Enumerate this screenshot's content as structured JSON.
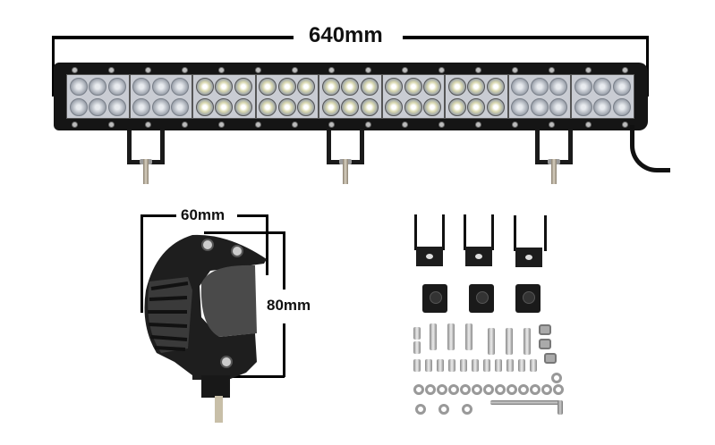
{
  "image": {
    "description": "Product photo of a dual-row combo LED light bar with dimension annotations and mounting hardware kit",
    "background": "#ffffff"
  },
  "dimensions": {
    "length_label": "640mm",
    "side_width_label": "60mm",
    "side_height_label": "80mm"
  },
  "light_bar": {
    "housing_color": "#151515",
    "rows": 2,
    "segments": [
      {
        "type": "flood",
        "leds": 6
      },
      {
        "type": "flood",
        "leds": 6
      },
      {
        "type": "spot",
        "leds": 6
      },
      {
        "type": "spot",
        "leds": 6
      },
      {
        "type": "spot",
        "leds": 6
      },
      {
        "type": "spot",
        "leds": 6
      },
      {
        "type": "spot",
        "leds": 6
      },
      {
        "type": "flood",
        "leds": 6
      },
      {
        "type": "flood",
        "leds": 6
      }
    ],
    "mounting_brackets": 3,
    "has_power_cable": true
  },
  "side_view": {
    "housing_color": "#1e1e1e",
    "visible_screws": 3,
    "heat_sink_fins": 6
  },
  "hardware_kit": {
    "l_brackets": 3,
    "mounting_blocks": 3,
    "long_bolts": 7,
    "short_bolts": 12,
    "hex_nuts": 3,
    "washers": 16,
    "allen_key": 1
  }
}
